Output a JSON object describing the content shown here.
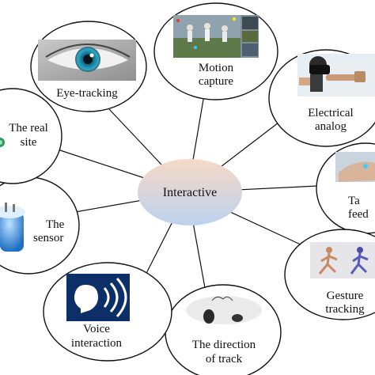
{
  "center": {
    "label": "Interactive"
  },
  "nodes": {
    "eye_tracking": {
      "line1": "Eye-tracking"
    },
    "motion_capture": {
      "line1": "Motion",
      "line2": "capture"
    },
    "electrical": {
      "line1": "Electrical",
      "line2": "analog"
    },
    "tactile": {
      "line1": "Ta",
      "line2": "feed"
    },
    "gesture": {
      "line1": "Gesture",
      "line2": "tracking"
    },
    "direction": {
      "line1": "The direction",
      "line2": "of track"
    },
    "voice": {
      "line1": "Voice",
      "line2": "interaction"
    },
    "sensor": {
      "line1": "The",
      "line2": "sensor"
    },
    "real_site": {
      "line1": "The real",
      "line2": "site"
    }
  },
  "colors": {
    "center_top": "#f6d9c6",
    "center_bottom": "#bcd2ee",
    "stroke": "#111111",
    "voice_tile": "#0b2f66",
    "eye_iris": "#2aa8c8"
  },
  "icons": [
    "eye-photo",
    "motion-capture-photo",
    "vr-headset-photo",
    "tactile-photo",
    "runner-photo",
    "track-photo",
    "voice-icon",
    "sensor-photo",
    "real-site-photo"
  ]
}
